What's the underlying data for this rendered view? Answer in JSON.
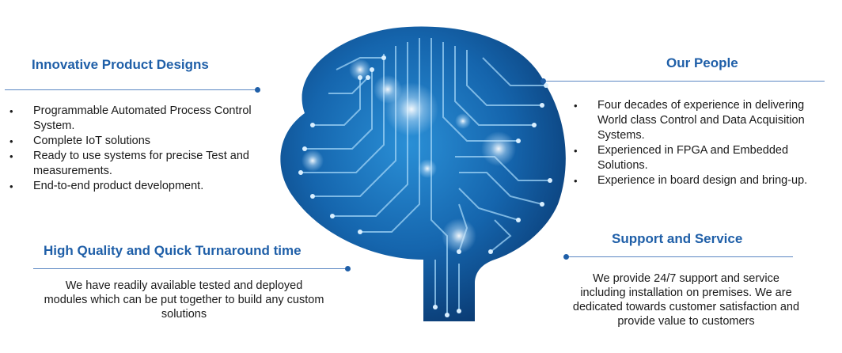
{
  "sections": {
    "innovative": {
      "heading": "Innovative Product Designs",
      "items": [
        "Programmable Automated Process Control System.",
        "Complete IoT solutions",
        "Ready to use systems for precise Test and measurements.",
        "End-to-end product development."
      ]
    },
    "people": {
      "heading": "Our People",
      "items": [
        "Four decades of experience in delivering World class Control and Data Acquisition Systems.",
        "Experienced in FPGA and Embedded Solutions.",
        "Experience in board design and bring-up."
      ]
    },
    "quality": {
      "heading": "High Quality and Quick Turnaround time",
      "body": "We have readily available tested and deployed modules which can be put together to build any custom solutions"
    },
    "support": {
      "heading": "Support and Service",
      "body": "We provide 24/7 support and service including installation on premises. We are dedicated towards customer satisfaction and provide value to customers"
    }
  },
  "colors": {
    "heading": "#1f5fa8",
    "brain_dark": "#0b3f78",
    "brain_light": "#1e7fc8",
    "circuit": "#9fd3f5"
  },
  "illustration": "circuit-brain-illustration"
}
